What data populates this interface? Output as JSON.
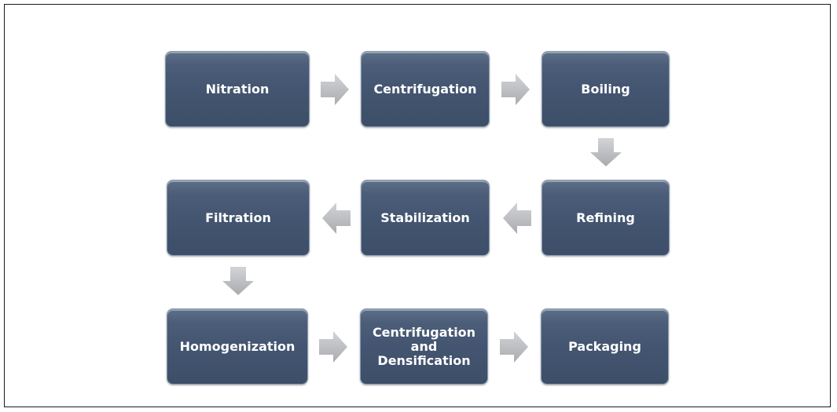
{
  "diagram": {
    "type": "process-flow",
    "colors": {
      "box_fill": "#435570",
      "box_text": "#ffffff",
      "arrow": "#b7b9bd",
      "frame": "#1a1a1a"
    },
    "steps": [
      {
        "id": "nitration",
        "label": "Nitration"
      },
      {
        "id": "centrifugation",
        "label": "Centrifugation"
      },
      {
        "id": "boiling",
        "label": "Boiling"
      },
      {
        "id": "refining",
        "label": "Refining"
      },
      {
        "id": "stabilization",
        "label": "Stabilization"
      },
      {
        "id": "filtration",
        "label": "Filtration"
      },
      {
        "id": "homogenization",
        "label": "Homogenization"
      },
      {
        "id": "centrifugation-densification",
        "label": "Centrifugation\nand\nDensification"
      },
      {
        "id": "packaging",
        "label": "Packaging"
      }
    ],
    "flow": [
      {
        "from": "Nitration",
        "to": "Centrifugation",
        "direction": "right"
      },
      {
        "from": "Centrifugation",
        "to": "Boiling",
        "direction": "right"
      },
      {
        "from": "Boiling",
        "to": "Refining",
        "direction": "down"
      },
      {
        "from": "Refining",
        "to": "Stabilization",
        "direction": "left"
      },
      {
        "from": "Stabilization",
        "to": "Filtration",
        "direction": "left"
      },
      {
        "from": "Filtration",
        "to": "Homogenization",
        "direction": "down"
      },
      {
        "from": "Homogenization",
        "to": "Centrifugation and Densification",
        "direction": "right"
      },
      {
        "from": "Centrifugation and Densification",
        "to": "Packaging",
        "direction": "right"
      }
    ]
  }
}
